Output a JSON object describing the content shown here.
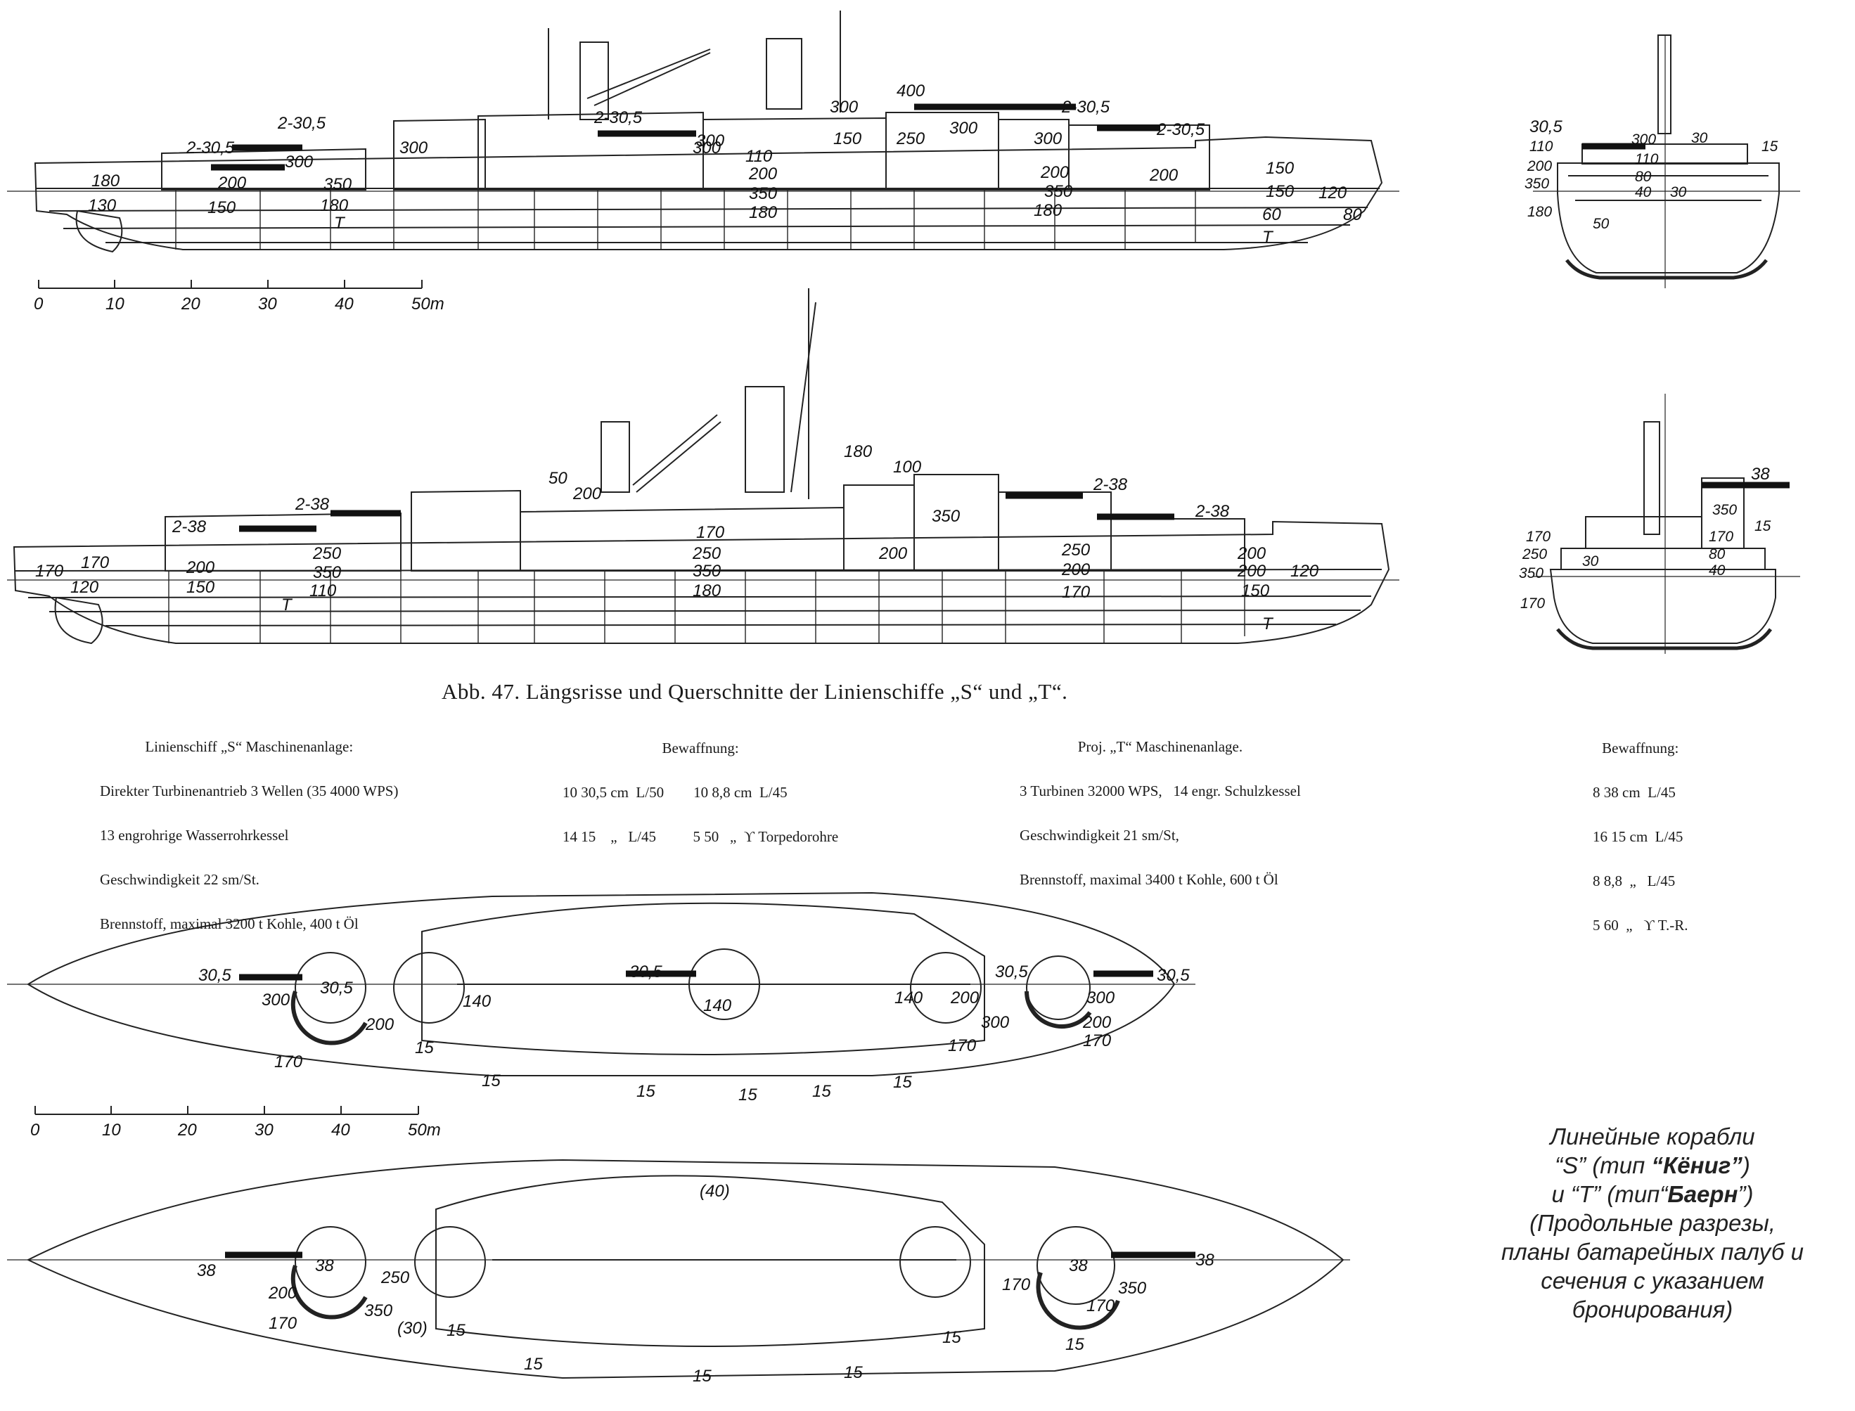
{
  "caption": "Abb. 47. Längsrisse und Querschnitte der Linienschiffe „S“ und „T“.",
  "specs": {
    "s_machinery": {
      "heading": "Linienschiff „S“ Maschinenanlage:",
      "lines": [
        "Direkter Turbinenantrieb 3 Wellen (35 4000 WPS)",
        "13 engrohrige Wasserrohrkessel",
        "Geschwindigkeit 22 sm/St.",
        "Brennstoff, maximal 3200 t Kohle, 400 t Öl"
      ]
    },
    "s_armament": {
      "heading": "Bewaffnung:",
      "lines": [
        "10 30,5 cm  L/50        10 8,8 cm  L/45",
        "14 15    „   L/45          5 50   „  ϒ Torpedorohre"
      ]
    },
    "t_machinery": {
      "heading": "Proj. „T“ Maschinenanlage.",
      "lines": [
        "3 Turbinen 32000 WPS,   14 engr. Schulzkessel",
        "Geschwindigkeit 21 sm/St,",
        "Brennstoff, maximal 3400 t Kohle, 600 t Öl"
      ]
    },
    "t_armament": {
      "heading": "Bewaffnung:",
      "lines": [
        "8 38 cm  L/45",
        "16 15 cm  L/45",
        "8 8,8  „   L/45",
        "5 60  „   ϒ T.-R."
      ]
    }
  },
  "russian_note": {
    "line1": "Линейные корабли",
    "line2_a": "“S” (тип ",
    "line2_b": "“Кёниг”",
    "line2_c": ")",
    "line3_a": "и “T” (тип“",
    "line3_b": "Баерн",
    "line3_c": "”)",
    "line4": "(Продольные разрезы,",
    "line5": "планы батарейных палуб и",
    "line6": "сечения с указанием",
    "line7": "бронирования)"
  },
  "scale_bars": {
    "ticks": [
      "0",
      "10",
      "20",
      "30",
      "40",
      "50m"
    ]
  },
  "s_profile_labels": [
    "2-30,5",
    "2-30,5",
    "2-30,5",
    "2-30,5",
    "2-30,5",
    "180",
    "200",
    "300",
    "350",
    "130",
    "150",
    "180",
    "T",
    "300",
    "300",
    "300",
    "110",
    "200",
    "350",
    "180",
    "300",
    "150",
    "250",
    "400",
    "300",
    "300",
    "200",
    "350",
    "180",
    "200",
    "150",
    "150",
    "120",
    "60",
    "80",
    "T"
  ],
  "s_section_labels": [
    "30,5",
    "110",
    "200",
    "350",
    "180",
    "300",
    "110",
    "80",
    "40",
    "30",
    "50",
    "30",
    "15"
  ],
  "t_profile_labels": [
    "2-38",
    "2-38",
    "2-38",
    "2-38",
    "170",
    "120",
    "170",
    "200",
    "150",
    "250",
    "350",
    "110",
    "T",
    "50",
    "200",
    "170",
    "250",
    "350",
    "180",
    "180",
    "100",
    "200",
    "350",
    "250",
    "200",
    "170",
    "200",
    "200",
    "150",
    "120",
    "T"
  ],
  "t_section_labels": [
    "38",
    "350",
    "15",
    "170",
    "80",
    "40",
    "170",
    "250",
    "350",
    "170",
    "30"
  ],
  "s_plan_labels": [
    "30,5",
    "30,5",
    "300",
    "200",
    "170",
    "15",
    "15",
    "15",
    "15",
    "140",
    "30,5",
    "140",
    "140",
    "200",
    "300",
    "170",
    "15",
    "15",
    "30,5",
    "300",
    "200",
    "170",
    "30,5"
  ],
  "t_plan_labels": [
    "(40)",
    "38",
    "38",
    "250",
    "200",
    "350",
    "170",
    "(30)",
    "15",
    "15",
    "15",
    "15",
    "15",
    "170",
    "38",
    "38",
    "350",
    "170",
    "15"
  ]
}
